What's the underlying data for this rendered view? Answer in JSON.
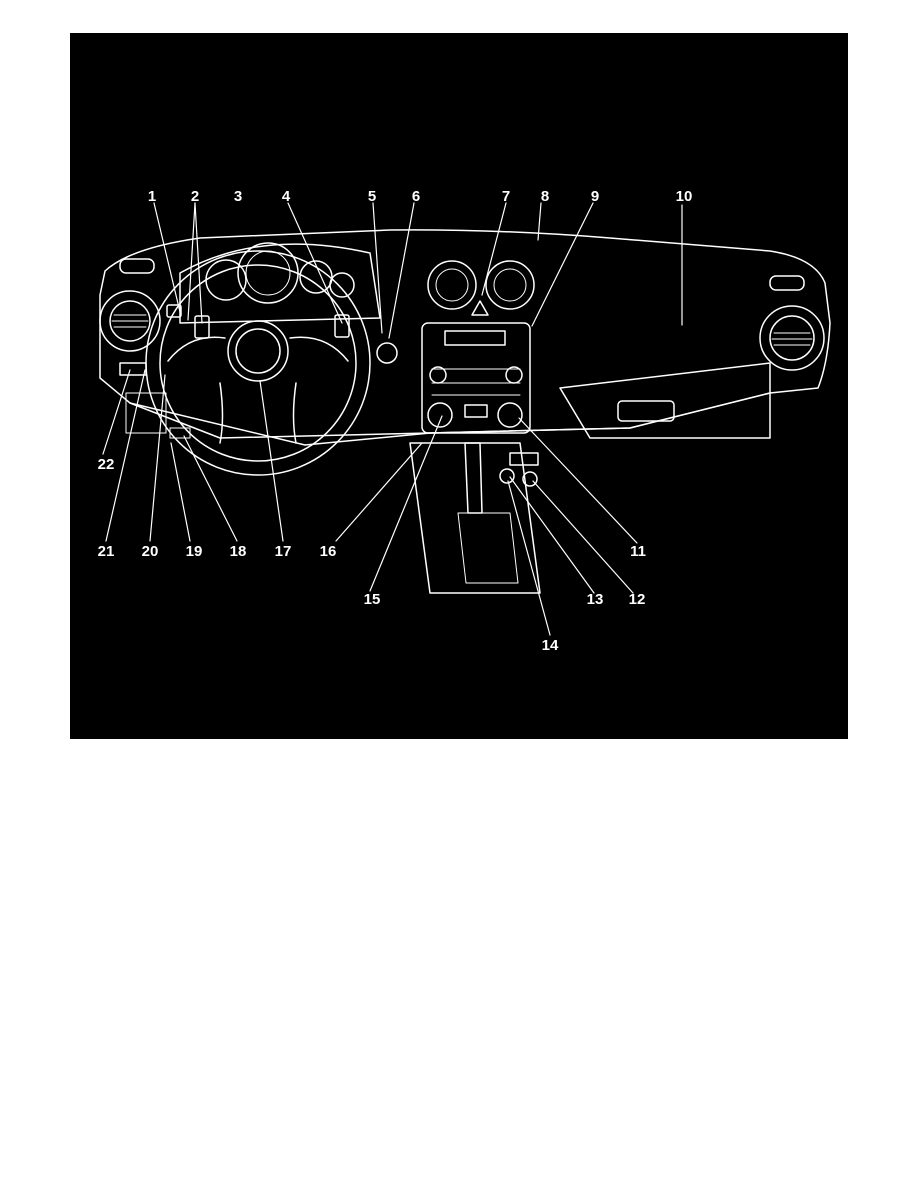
{
  "figure": {
    "background": "#000000",
    "line_color": "#ffffff",
    "callouts": [
      {
        "id": "c1",
        "label": "1"
      },
      {
        "id": "c2",
        "label": "2"
      },
      {
        "id": "c3",
        "label": "3"
      },
      {
        "id": "c4",
        "label": "4"
      },
      {
        "id": "c5",
        "label": "5"
      },
      {
        "id": "c6",
        "label": "6"
      },
      {
        "id": "c7",
        "label": "7"
      },
      {
        "id": "c8",
        "label": "8"
      },
      {
        "id": "c9",
        "label": "9"
      },
      {
        "id": "c10",
        "label": "10"
      },
      {
        "id": "c11",
        "label": "11"
      },
      {
        "id": "c12",
        "label": "12"
      },
      {
        "id": "c13",
        "label": "13"
      },
      {
        "id": "c14",
        "label": "14"
      },
      {
        "id": "c15",
        "label": "15"
      },
      {
        "id": "c16",
        "label": "16"
      },
      {
        "id": "c17",
        "label": "17"
      },
      {
        "id": "c18",
        "label": "18"
      },
      {
        "id": "c19",
        "label": "19"
      },
      {
        "id": "c20",
        "label": "20"
      },
      {
        "id": "c21",
        "label": "21"
      },
      {
        "id": "c22",
        "label": "22"
      }
    ]
  }
}
